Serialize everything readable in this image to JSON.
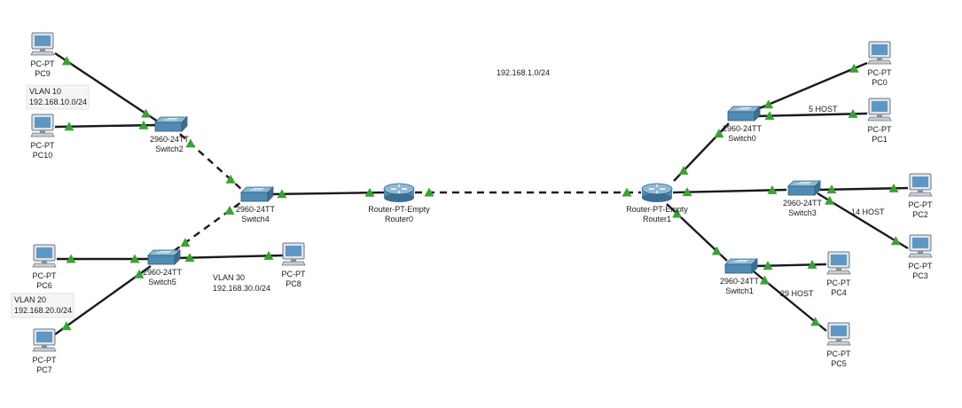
{
  "network_label": "192.168.1.0/24",
  "colors": {
    "link_up": "#39a332",
    "cable": "#1a1a1a",
    "device_blue": "#4f8bb2"
  },
  "devices": [
    {
      "id": "pc9",
      "kind": "pc",
      "type": "PC-PT",
      "name": "PC9"
    },
    {
      "id": "pc10",
      "kind": "pc",
      "type": "PC-PT",
      "name": "PC10"
    },
    {
      "id": "pc6",
      "kind": "pc",
      "type": "PC-PT",
      "name": "PC6"
    },
    {
      "id": "pc7",
      "kind": "pc",
      "type": "PC-PT",
      "name": "PC7"
    },
    {
      "id": "pc8",
      "kind": "pc",
      "type": "PC-PT",
      "name": "PC8"
    },
    {
      "id": "pc0",
      "kind": "pc",
      "type": "PC-PT",
      "name": "PC0"
    },
    {
      "id": "pc1",
      "kind": "pc",
      "type": "PC-PT",
      "name": "PC1"
    },
    {
      "id": "pc2",
      "kind": "pc",
      "type": "PC-PT",
      "name": "PC2"
    },
    {
      "id": "pc3",
      "kind": "pc",
      "type": "PC-PT",
      "name": "PC3"
    },
    {
      "id": "pc4",
      "kind": "pc",
      "type": "PC-PT",
      "name": "PC4"
    },
    {
      "id": "pc5",
      "kind": "pc",
      "type": "PC-PT",
      "name": "PC5"
    },
    {
      "id": "switch2",
      "kind": "switch",
      "type": "2960-24TT",
      "name": "Switch2"
    },
    {
      "id": "switch4",
      "kind": "switch",
      "type": "2960-24TT",
      "name": "Switch4"
    },
    {
      "id": "switch5",
      "kind": "switch",
      "type": "2960-24TT",
      "name": "Switch5"
    },
    {
      "id": "switch0",
      "kind": "switch",
      "type": "2960-24TT",
      "name": "Switch0"
    },
    {
      "id": "switch3",
      "kind": "switch",
      "type": "2960-24TT",
      "name": "Switch3"
    },
    {
      "id": "switch1",
      "kind": "switch",
      "type": "2960-24TT",
      "name": "Switch1"
    },
    {
      "id": "router0",
      "kind": "router",
      "type": "Router-PT-Empty",
      "name": "Router0"
    },
    {
      "id": "router1",
      "kind": "router",
      "type": "Router-PT-Empty",
      "name": "Router1"
    }
  ],
  "links": [
    {
      "from": "pc9",
      "to": "switch2",
      "style": "solid"
    },
    {
      "from": "pc10",
      "to": "switch2",
      "style": "solid"
    },
    {
      "from": "switch2",
      "to": "switch4",
      "style": "dashed"
    },
    {
      "from": "switch5",
      "to": "switch4",
      "style": "dashed"
    },
    {
      "from": "switch4",
      "to": "router0",
      "style": "solid"
    },
    {
      "from": "router0",
      "to": "router1",
      "style": "dashed"
    },
    {
      "from": "pc6",
      "to": "switch5",
      "style": "solid"
    },
    {
      "from": "pc7",
      "to": "switch5",
      "style": "solid"
    },
    {
      "from": "switch5",
      "to": "pc8",
      "style": "solid"
    },
    {
      "from": "router1",
      "to": "switch0",
      "style": "solid"
    },
    {
      "from": "switch0",
      "to": "pc0",
      "style": "solid"
    },
    {
      "from": "switch0",
      "to": "pc1",
      "style": "solid"
    },
    {
      "from": "router1",
      "to": "switch3",
      "style": "solid"
    },
    {
      "from": "switch3",
      "to": "pc2",
      "style": "solid"
    },
    {
      "from": "switch3",
      "to": "pc3",
      "style": "solid"
    },
    {
      "from": "router1",
      "to": "switch1",
      "style": "solid"
    },
    {
      "from": "switch1",
      "to": "pc4",
      "style": "solid"
    },
    {
      "from": "switch1",
      "to": "pc5",
      "style": "solid"
    }
  ],
  "notes": [
    {
      "id": "vlan10",
      "lines": [
        "VLAN 10",
        "192.168.10.0/24"
      ],
      "boxed": true
    },
    {
      "id": "vlan20",
      "lines": [
        "VLAN 20",
        "192.168.20.0/24"
      ],
      "boxed": true
    },
    {
      "id": "vlan30",
      "lines": [
        "VLAN 30",
        "192.168.30.0/24"
      ],
      "boxed": false
    },
    {
      "id": "host5",
      "lines": [
        "5 HOST"
      ],
      "boxed": false
    },
    {
      "id": "host14",
      "lines": [
        "14 HOST"
      ],
      "boxed": false
    },
    {
      "id": "host29",
      "lines": [
        "29 HOST"
      ],
      "boxed": false
    }
  ]
}
